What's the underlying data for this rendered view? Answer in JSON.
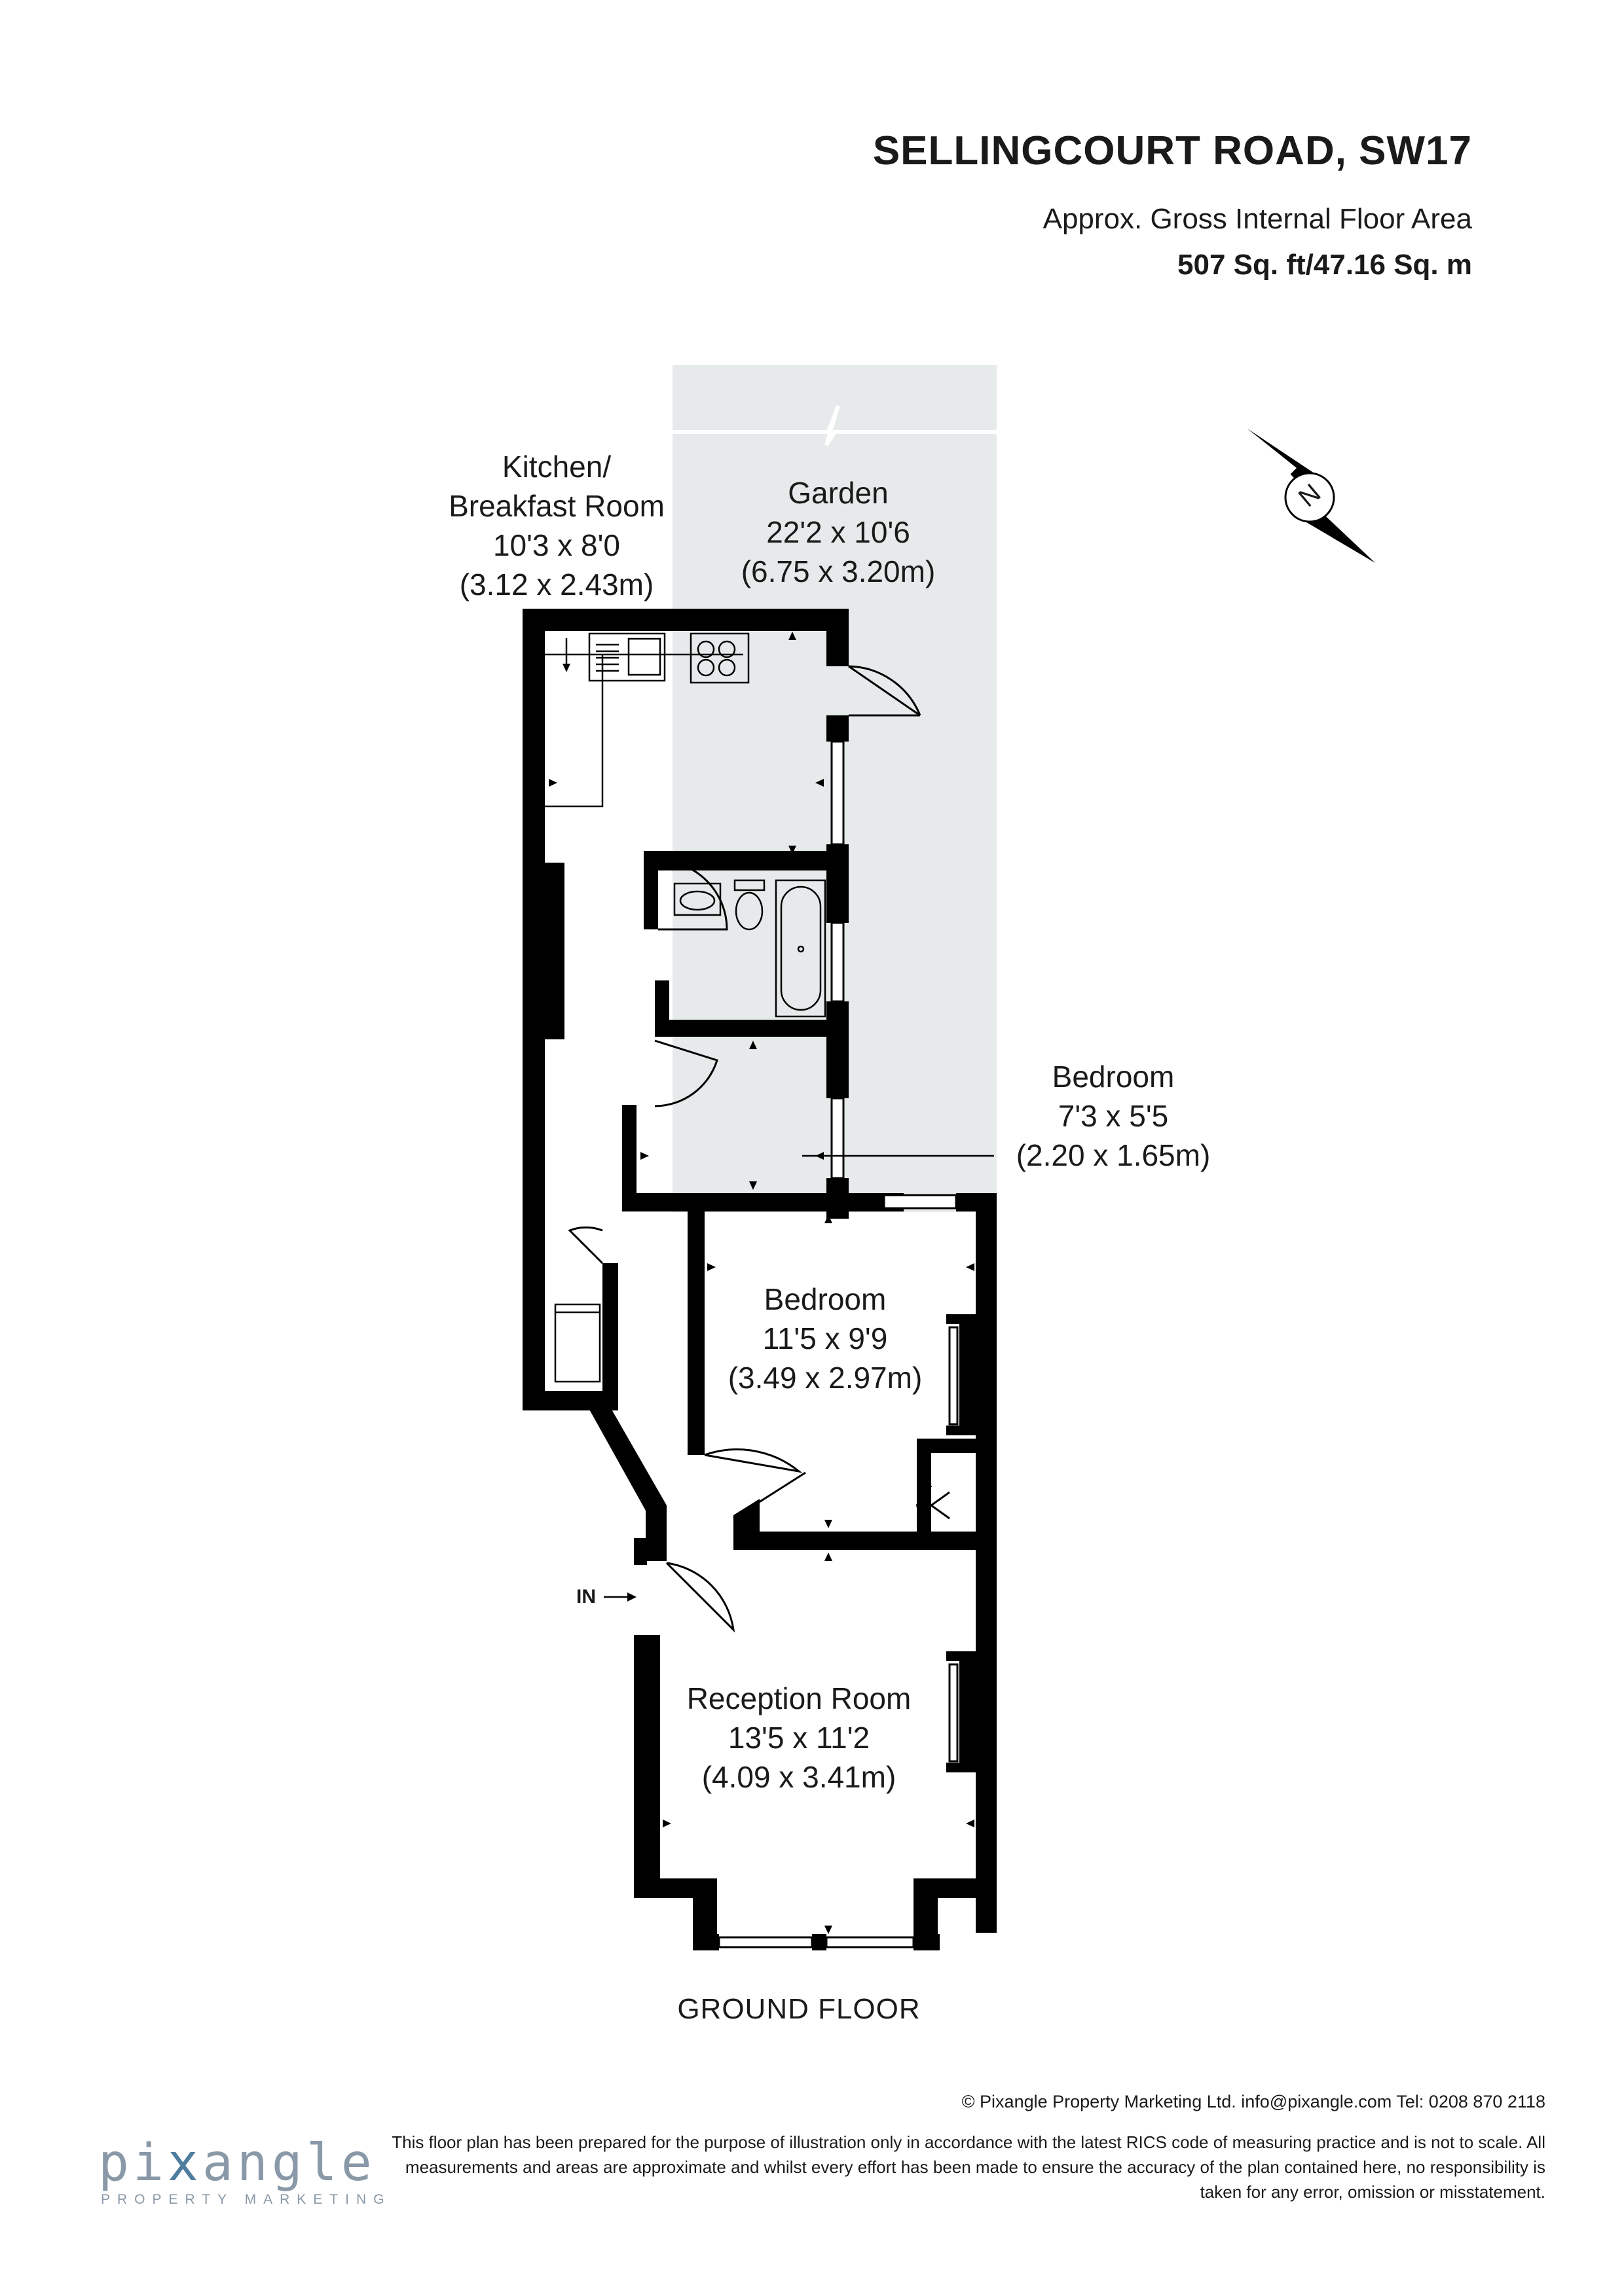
{
  "header": {
    "address": "SELLINGCOURT ROAD, SW17",
    "area_label": "Approx. Gross Internal Floor Area",
    "area_value": "507 Sq. ft/47.16 Sq. m"
  },
  "rooms": {
    "kitchen": {
      "name_line1": "Kitchen/",
      "name_line2": "Breakfast Room",
      "imperial": "10'3 x 8'0",
      "metric": "(3.12 x 2.43m)"
    },
    "garden": {
      "name": "Garden",
      "imperial": "22'2 x 10'6",
      "metric": "(6.75 x 3.20m)"
    },
    "bedroom_small": {
      "name": "Bedroom",
      "imperial": "7'3 x 5'5",
      "metric": "(2.20 x 1.65m)"
    },
    "bedroom_large": {
      "name": "Bedroom",
      "imperial": "11'5 x 9'9",
      "metric": "(3.49 x 2.97m)"
    },
    "reception": {
      "name": "Reception Room",
      "imperial": "13'5 x 11'2",
      "metric": "(4.09 x 3.41m)"
    }
  },
  "compass": {
    "letter": "N"
  },
  "entrance": {
    "label": "IN"
  },
  "floor": {
    "label": "GROUND FLOOR"
  },
  "footer": {
    "copyright": "© Pixangle Property Marketing Ltd. info@pixangle.com Tel: 0208 870 2118",
    "disclaimer": "This floor plan has been prepared for the purpose of illustration only in accordance with the latest RICS code of measuring practice and is not to scale. All measurements and areas are approximate and whilst every effort has been made to ensure the accuracy of the plan contained here, no responsibility is taken for any error, omission or misstatement.",
    "logo_pre": "pi",
    "logo_x": "x",
    "logo_post": "angle",
    "logo_sub": "PROPERTY MARKETING"
  },
  "colors": {
    "wall": "#000000",
    "garden_fill": "#e7eaeb",
    "text": "#1a1a1a",
    "logo": "#8a99a8",
    "logo_accent": "#4f7d9e"
  }
}
